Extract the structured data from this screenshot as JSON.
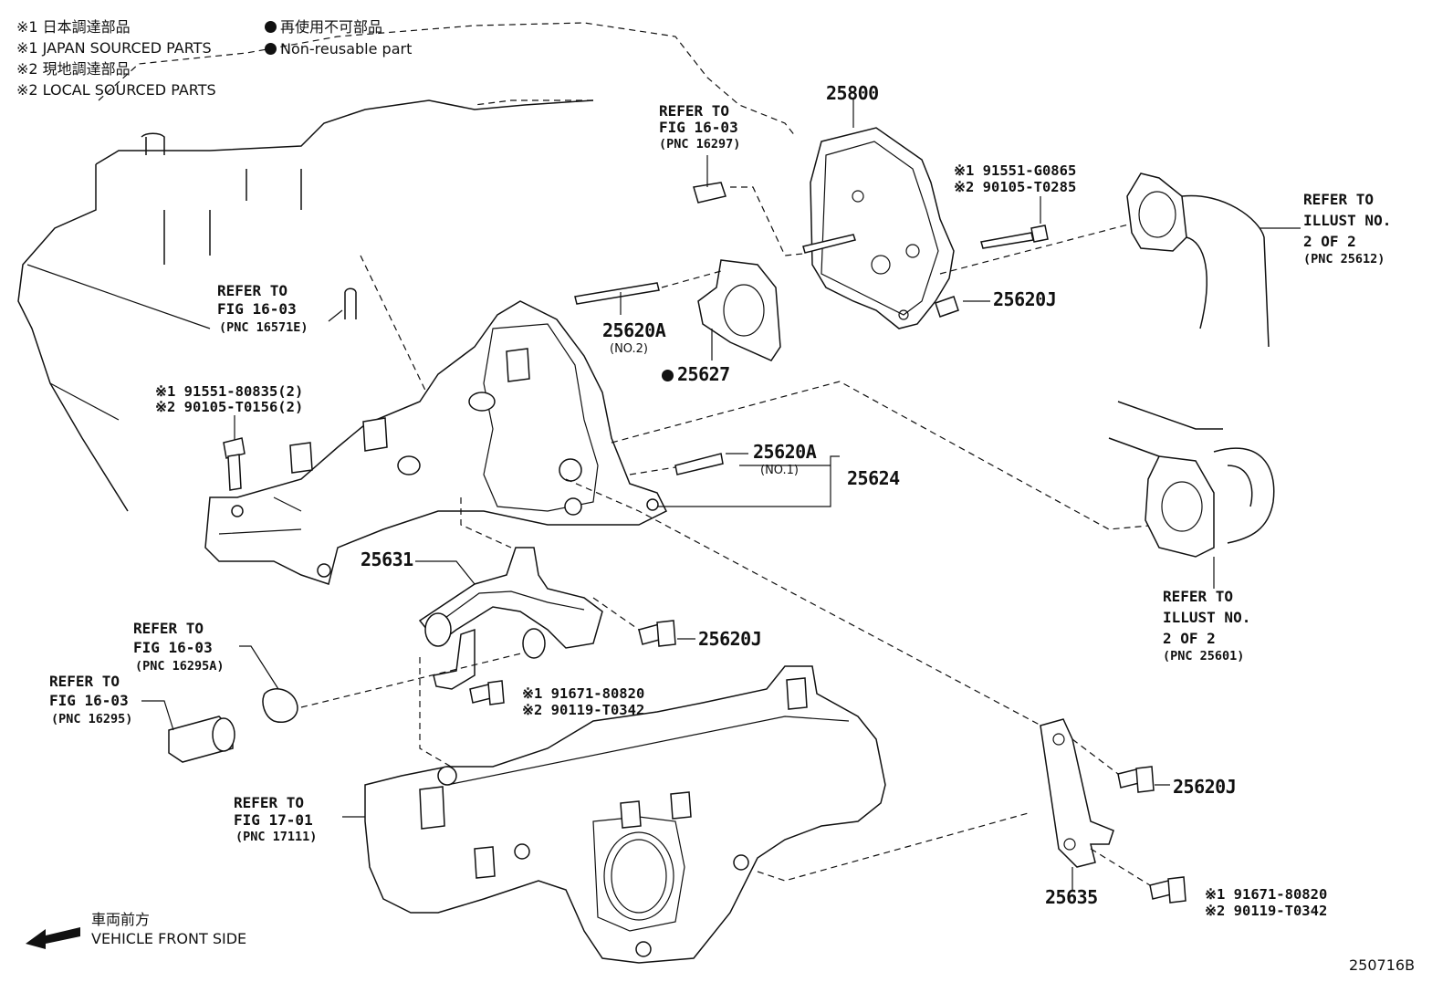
{
  "legend": {
    "line1": "※1 日本調達部品",
    "line2": "※1 JAPAN SOURCED PARTS",
    "line3": "※2 現地調達部品",
    "line4": "※2 LOCAL SOURCED PARTS",
    "nonreusable_jp": "再使用不可部品",
    "nonreusable_en": "Non-reusable part"
  },
  "parts": {
    "p25800": "25800",
    "p25620A_no2": "25620A",
    "p25620A_no2_sub": "(NO.2)",
    "p25627": "25627",
    "p25620A_no1": "25620A",
    "p25620A_no1_sub": "(NO.1)",
    "p25624": "25624",
    "p25620J_a": "25620J",
    "p25620J_b": "25620J",
    "p25620J_c": "25620J",
    "p25631": "25631",
    "p25635": "25635"
  },
  "bolts": {
    "top_right_1": "※1 91551-G0865",
    "top_right_2": "※2 90105-T0285",
    "left_1": "※1 91551-80835(2)",
    "left_2": "※2 90105-T0156(2)",
    "mid_1": "※1 91671-80820",
    "mid_2": "※2 90119-T0342",
    "bot_1": "※1 91671-80820",
    "bot_2": "※2 90119-T0342"
  },
  "refs": {
    "fig1603_top": {
      "l1": "REFER TO",
      "l2": "FIG 16-03",
      "l3": "(PNC 16297)"
    },
    "fig1603_left": {
      "l1": "REFER TO",
      "l2": "FIG 16-03",
      "l3": "(PNC 16571E)"
    },
    "illust_top": {
      "l1": "REFER TO",
      "l2": "ILLUST NO.",
      "l3": "2 OF 2",
      "l4": "(PNC 25612)"
    },
    "illust_mid": {
      "l1": "REFER TO",
      "l2": "ILLUST NO.",
      "l3": "2 OF 2",
      "l4": "(PNC 25601)"
    },
    "fig1603_a": {
      "l1": "REFER TO",
      "l2": "FIG 16-03",
      "l3": "(PNC 16295A)"
    },
    "fig1603_b": {
      "l1": "REFER TO",
      "l2": "FIG 16-03",
      "l3": "(PNC 16295)"
    },
    "fig1701": {
      "l1": "REFER TO",
      "l2": "FIG 17-01",
      "l3": "(PNC 17111)"
    }
  },
  "direction": {
    "jp": "車両前方",
    "en": "VEHICLE FRONT SIDE",
    "icon": "arrow-left-icon"
  },
  "diagram_id": "250716B"
}
